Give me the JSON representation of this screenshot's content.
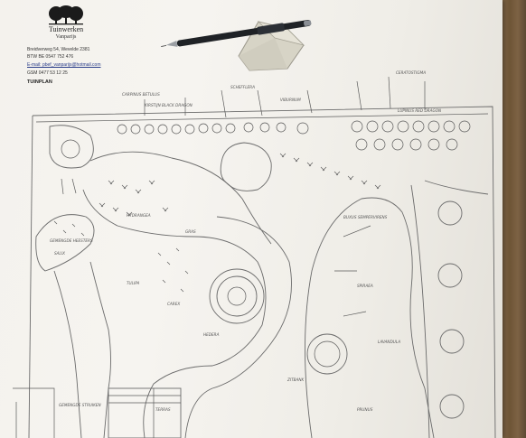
{
  "header": {
    "company": "Tuinwerken",
    "tagline": "Vanparijs",
    "address": "Breidverweg 54, Wevelde 2381",
    "btw": "BTW BE 0547 752 476",
    "email": "E-mail: pbef_vanparijs@hotmail.com",
    "phone": "GSM 0477 53 12 25",
    "plan_title": "TUINPLAN"
  },
  "colors": {
    "paper": "#f4f2ed",
    "pencil": "#5a5a5a",
    "wood": "#7a6040",
    "pen_body": "#1f2226",
    "eraser": "#d9d6c8"
  },
  "annotations": {
    "top_left_1": "CARPINUS BETULUS",
    "top_left_2": "KIRSTIJN BLACK DRAGON",
    "top_mid_1": "SCHEFFLERA",
    "top_mid_2": "VIBURNUM",
    "top_right_1": "CERATOSTIGMA",
    "top_right_2": "LUPINUS RED DRAGON",
    "left_1": "GEMENGDE HEESTERS",
    "left_2": "SALIX",
    "mid_1": "HYDRANGEA",
    "mid_2": "GRAS",
    "mid_3": "CAREX",
    "mid_4": "TULIPA",
    "right_1": "BUXUS SEMPERVIRENS",
    "right_2": "SPIRAEA",
    "right_3": "LAVANDULA",
    "right_4": "PRUNUS",
    "bottom_1": "HEDERA",
    "bottom_2": "TERRAS",
    "bottom_3": "GEMENGDE STRUIKEN",
    "bottom_4": "ZITBANK"
  }
}
